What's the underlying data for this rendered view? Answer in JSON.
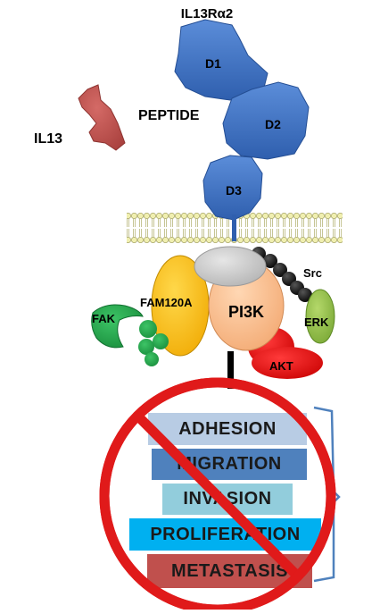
{
  "labels": {
    "receptor": "IL13Rα2",
    "ligand": "IL13",
    "peptide": "PEPTIDE",
    "domains": [
      "D1",
      "D2",
      "D3"
    ],
    "fak": "FAK",
    "fam120a": "FAM120A",
    "pi3k": "PI3K",
    "src": "Src",
    "erk": "ERK",
    "akt": "AKT"
  },
  "outcomes": [
    "ADHESION",
    "MIGRATION",
    "INVASION",
    "PROLIFERATION",
    "METASTASIS"
  ],
  "colors": {
    "receptor_blue": "#3A6FC4",
    "il13_red": "#C0504D",
    "membrane_yellow": "#E8E8A8",
    "fam120a_yellow": "#FFC000",
    "pi3k_peach": "#FAC090",
    "fak_green": "#1FA34A",
    "erk_green": "#92C047",
    "akt_red": "#E01010",
    "src_black": "#111111",
    "grey_adaptor": "#CCCCCC",
    "prohibit_red": "#E01A1A",
    "adhesion_bar": "#B8CCE4",
    "migration_bar": "#4F81BD",
    "invasion_bar": "#92CDDC",
    "proliferation_bar": "#00B0F0",
    "metastasis_bar": "#C0504D",
    "bracket_blue": "#4F81BD"
  },
  "icons": {
    "prohibition": "no-symbol-icon"
  }
}
